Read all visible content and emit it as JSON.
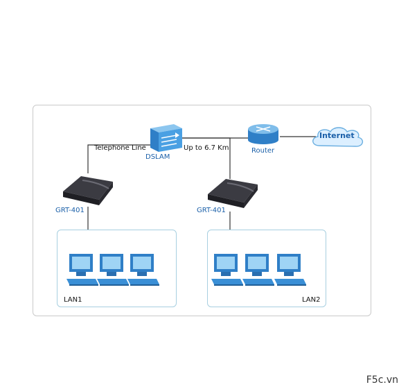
{
  "labels": {
    "telephone_line": "Telephone Line",
    "distance": "Up to 6.7 Km",
    "dslam": "DSLAM",
    "router": "Router",
    "internet": "Internet",
    "modem_left": "GRT-401",
    "modem_right": "GRT-401",
    "lan1": "LAN1",
    "lan2": "LAN2"
  },
  "watermark": "F5c.vn",
  "colors": {
    "label_blue": "#1a5fa8",
    "device_blue": "#3a8fd6",
    "modem_dark": "#2e2e34",
    "cloud": "#d8ecf7"
  }
}
